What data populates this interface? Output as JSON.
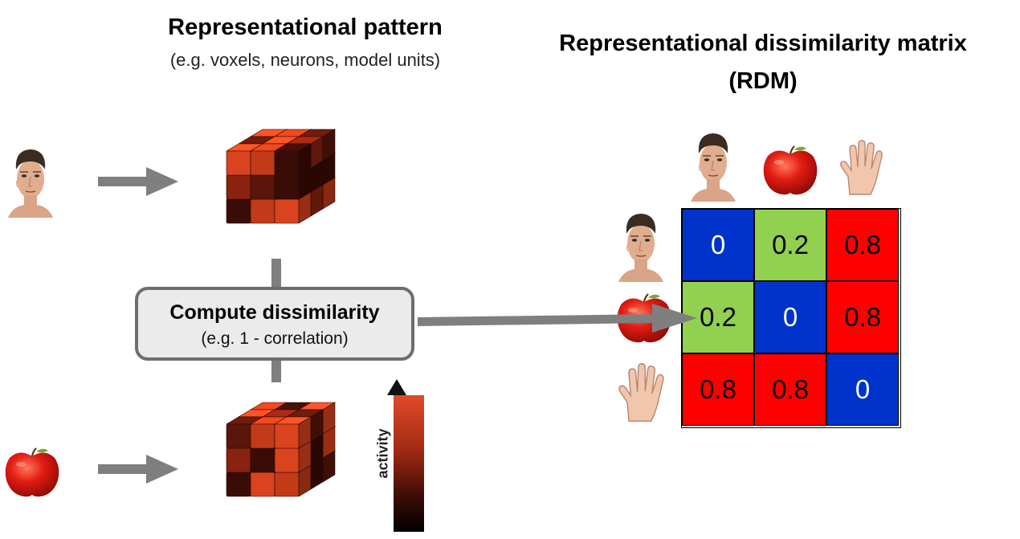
{
  "left": {
    "title": "Representational pattern",
    "subtitle": "(e.g. voxels, neurons, model units)"
  },
  "right": {
    "title_line1": "Representational dissimilarity matrix",
    "title_line2": "(RDM)"
  },
  "compute": {
    "title": "Compute dissimilarity",
    "subtitle": "(e.g. 1 - correlation)"
  },
  "colorbar": {
    "label": "activity"
  },
  "rdm": {
    "stimuli": [
      "face",
      "apple",
      "hand"
    ],
    "rows": [
      [
        {
          "value": "0",
          "color": "#0033cc",
          "text": "#ffffff"
        },
        {
          "value": "0.2",
          "color": "#92d050",
          "text": "#000000"
        },
        {
          "value": "0.8",
          "color": "#ff0000",
          "text": "#000000"
        }
      ],
      [
        {
          "value": "0.2",
          "color": "#92d050",
          "text": "#000000"
        },
        {
          "value": "0",
          "color": "#0033cc",
          "text": "#ffffff"
        },
        {
          "value": "0.8",
          "color": "#ff0000",
          "text": "#000000"
        }
      ],
      [
        {
          "value": "0.8",
          "color": "#ff0000",
          "text": "#000000"
        },
        {
          "value": "0.8",
          "color": "#ff0000",
          "text": "#000000"
        },
        {
          "value": "0",
          "color": "#0033cc",
          "text": "#ffffff"
        }
      ]
    ]
  },
  "colors": {
    "arrow": "#7f7f7f",
    "voxel": "#d9431e",
    "voxel_dark": "#3a0c06"
  }
}
